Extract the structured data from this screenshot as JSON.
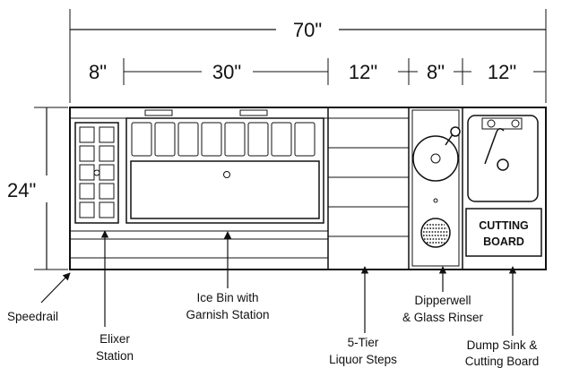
{
  "dimensions": {
    "total_width": "70\"",
    "segments": [
      "8\"",
      "30\"",
      "12\"",
      "8\"",
      "12\""
    ],
    "depth": "24\""
  },
  "callouts": {
    "speedrail": "Speedrail",
    "elixer": [
      "Elixer",
      "Station"
    ],
    "ice_bin": [
      "Ice Bin with",
      "Garnish Station"
    ],
    "liquor_steps": [
      "5-Tier",
      "Liquor Steps"
    ],
    "dipperwell": [
      "Dipperwell",
      "& Glass Rinser"
    ],
    "dump_sink": [
      "Dump Sink &",
      "Cutting Board"
    ]
  },
  "cutting_board_label": [
    "CUTTING",
    "BOARD"
  ]
}
